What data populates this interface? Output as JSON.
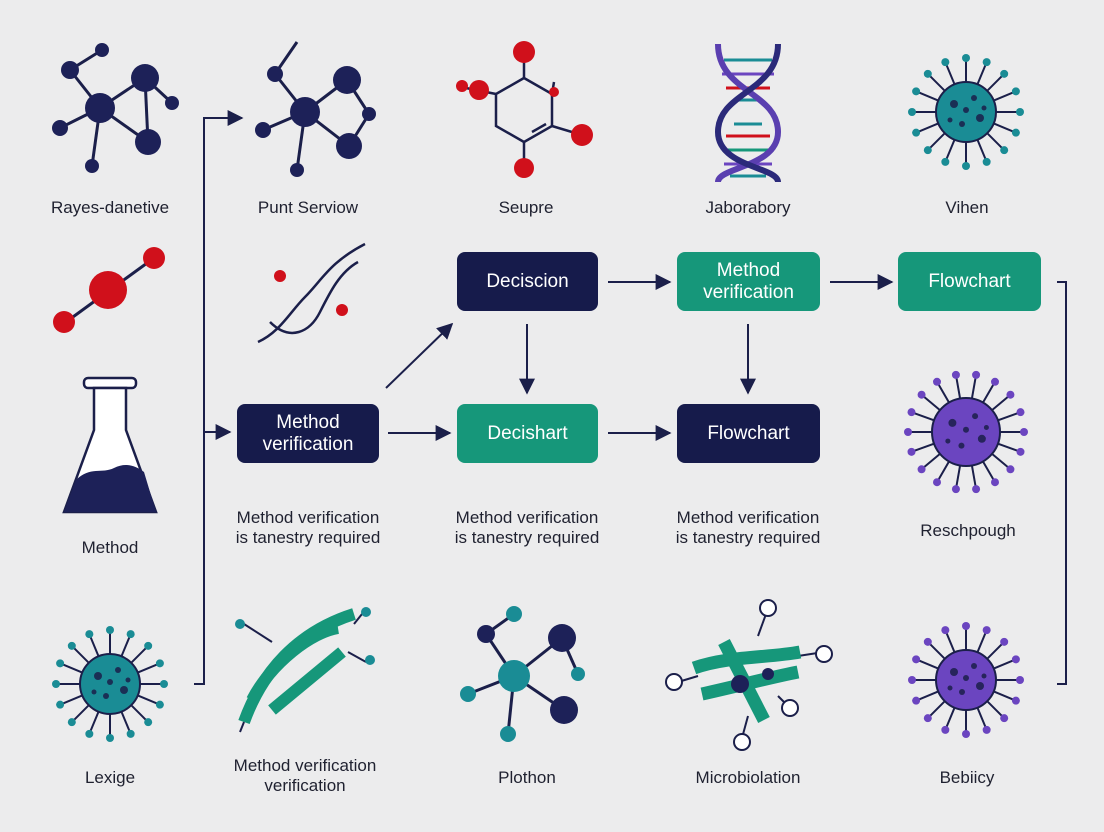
{
  "colors": {
    "background": "#ececed",
    "navy": "#161b4b",
    "green": "#16977a",
    "teal": "#1a8c95",
    "red": "#d0101b",
    "purple": "#6b45c0",
    "line": "#1b1f4a"
  },
  "icons": {
    "r1c1": "molecule-icon",
    "r1c2": "molecule-icon",
    "r1c3": "chemical-ring-icon",
    "r1c4": "dna-helix-icon",
    "r1c5": "virus-icon",
    "r2c1": "diatomic-molecule-icon",
    "r2c2": "wavy-strand-icon",
    "r3c1": "flask-icon",
    "r3c5": "virus-icon",
    "r4c1": "virus-icon",
    "r4c2": "protein-ribbon-icon",
    "r4c3": "molecule-icon",
    "r4c4": "microbe-ribbon-icon",
    "r4c5": "virus-icon"
  },
  "labels": {
    "r1c1": "Rayes-danetive",
    "r1c2": "Punt Serviow",
    "r1c3": "Seupre",
    "r1c4": "Jaborabory",
    "r1c5": "Vihen",
    "r3c1": "Method",
    "r3c5": "Reschpough",
    "r4c1": "Lexige",
    "r4c2": [
      "Method verification",
      "verification"
    ],
    "r4c3": "Plothon",
    "r4c4": "Microbiolation",
    "r4c5": "Bebiicy"
  },
  "boxes": {
    "decision": "Deciscion",
    "method_verification_top": [
      "Method",
      "verification"
    ],
    "flowchart_top": "Flowchart",
    "method_verification_left": [
      "Method",
      "verification"
    ],
    "decishart": "Decishart",
    "flowchart_mid": "Flowchart"
  },
  "captions": {
    "c1": [
      "Method verification",
      "is tanestry required"
    ],
    "c2": [
      "Method verification",
      "is tanestry required"
    ],
    "c3": [
      "Method verification",
      "is tanestry required"
    ]
  }
}
